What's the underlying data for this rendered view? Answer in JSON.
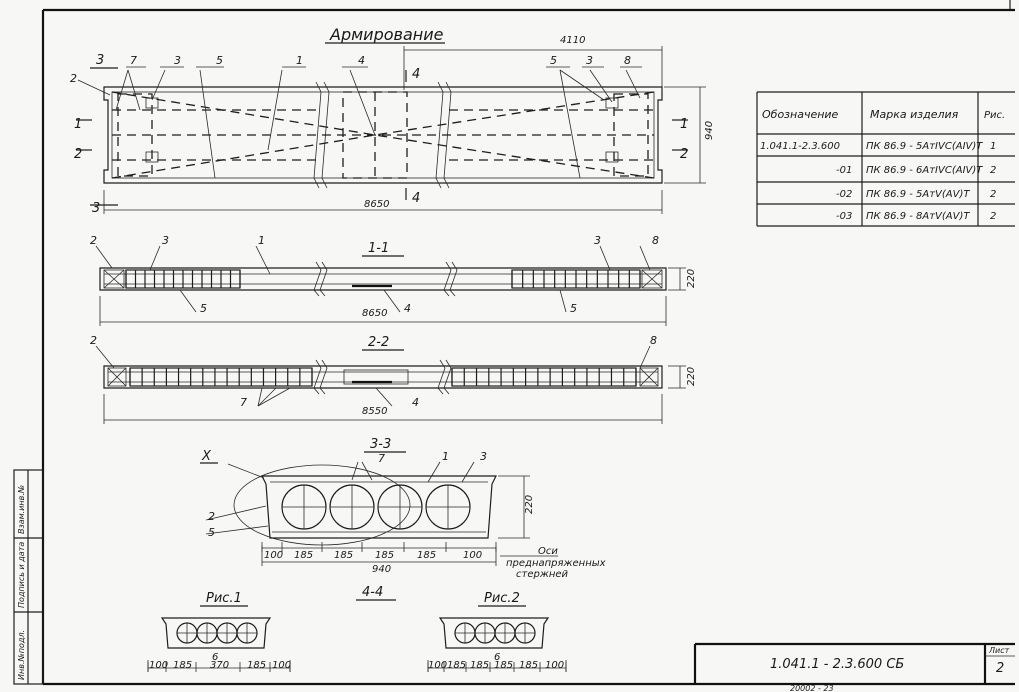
{
  "title": "Армирование",
  "top_dim": "4110",
  "length_top": "8650",
  "width_right": "940",
  "sec_1_1": "1-1",
  "sec_2_2": "2-2",
  "sec_3_3": "3-3",
  "sec_4_4": "4-4",
  "len_1_1": "8650",
  "len_2_2": "8550",
  "h_1_1": "220",
  "h_2_2": "220",
  "h_3_3": "220",
  "markers": {
    "m1": "1",
    "m2": "2",
    "m3": "3",
    "m4": "4",
    "m5": "5",
    "m7": "7",
    "m8": "8",
    "m6": "6",
    "sec1": "1",
    "sec2": "2",
    "sec3": "3",
    "sec4": "4"
  },
  "node_label": "X",
  "cross_dims": [
    "100",
    "185",
    "185",
    "185",
    "185",
    "100"
  ],
  "cross_total": "940",
  "axis_note": [
    "Оси",
    "преднапряженных",
    "стержней"
  ],
  "ris1": {
    "title": "Рис.1",
    "dims": [
      "100",
      "185",
      "370",
      "185",
      "100"
    ],
    "count": "6"
  },
  "ris2": {
    "title": "Рис.2",
    "dims": [
      "100",
      "185",
      "185",
      "185",
      "185",
      "100"
    ],
    "count": "6"
  },
  "table": {
    "headers": [
      "Обозначение",
      "Марка изделия",
      "Рис."
    ],
    "rows": [
      [
        "1.041.1-2.3.600",
        "ПК 86.9 - 5АтIVC(АIV)Т",
        "1"
      ],
      [
        "-01",
        "ПК 86.9 - 6АтIVC(АIV)Т",
        "2"
      ],
      [
        "-02",
        "ПК 86.9 - 5АтV(АV)Т",
        "2"
      ],
      [
        "-03",
        "ПК 86.9 - 8АтV(АV)Т",
        "2"
      ]
    ]
  },
  "stamp": [
    "Инв.№подл.",
    "Подпись и дата",
    "Взам.инв.№"
  ],
  "doc_code": "1.041.1 - 2.3.600 СБ",
  "sheet_label": "Лист",
  "sheet_no": "2",
  "bottom_code": "20002 - 23"
}
